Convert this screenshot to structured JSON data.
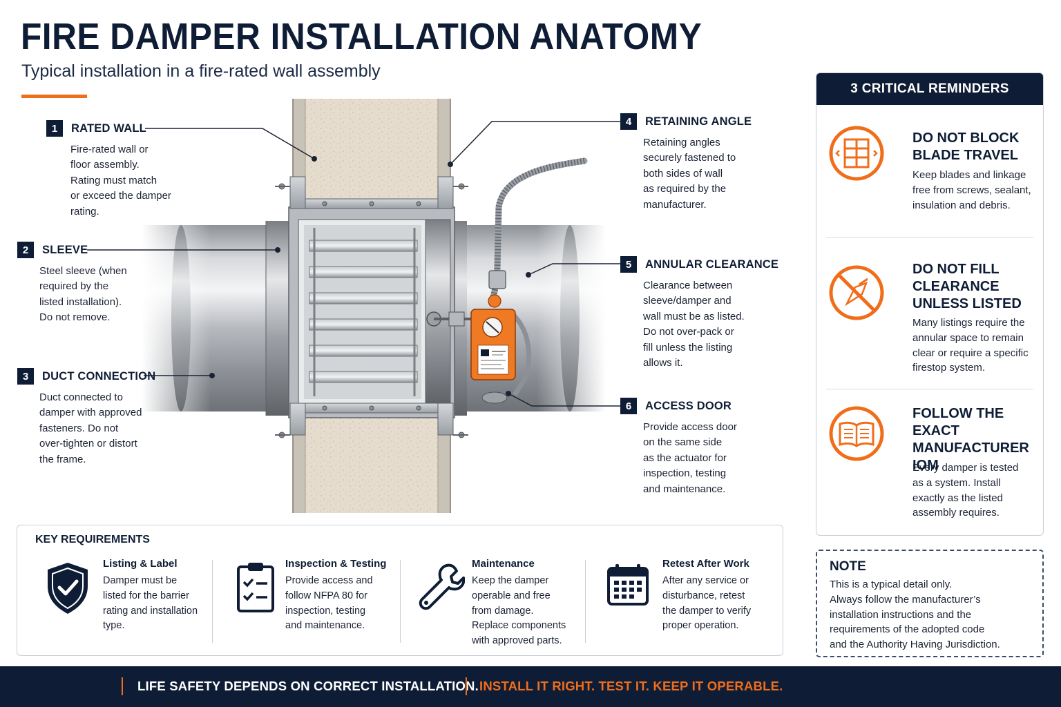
{
  "header": {
    "title": "FIRE DAMPER INSTALLATION ANATOMY",
    "subtitle": "Typical installation in a fire-rated wall assembly"
  },
  "callouts": [
    {
      "number": "1",
      "title": "RATED WALL",
      "lines": [
        "Fire-rated wall or",
        "floor assembly.",
        "Rating must match",
        "or exceed the damper",
        "rating."
      ]
    },
    {
      "number": "2",
      "title": "SLEEVE",
      "lines": [
        "Steel sleeve (when",
        "required by the",
        "listed installation).",
        "Do not remove."
      ]
    },
    {
      "number": "3",
      "title": "DUCT CONNECTION",
      "lines": [
        "Duct connected to",
        "damper with approved",
        "fasteners. Do not",
        "over-tighten or distort",
        "the frame."
      ]
    },
    {
      "number": "4",
      "title": "RETAINING ANGLE",
      "lines": [
        "Retaining angles",
        "securely fastened to",
        "both sides of wall",
        "as required by the",
        "manufacturer."
      ]
    },
    {
      "number": "5",
      "title": "ANNULAR CLEARANCE",
      "lines": [
        "Clearance between",
        "sleeve/damper and",
        "wall must be as listed.",
        "Do not over-pack or",
        "fill unless the listing",
        "allows it."
      ]
    },
    {
      "number": "6",
      "title": "ACCESS DOOR",
      "lines": [
        "Provide access door",
        "on the same side",
        "as the actuator for",
        "inspection, testing",
        "and maintenance."
      ]
    }
  ],
  "reminders": {
    "header": "3 CRITICAL REMINDERS",
    "items": [
      {
        "icon": "blade-travel-icon",
        "title_lines": [
          "DO NOT BLOCK",
          "BLADE TRAVEL"
        ],
        "lines": [
          "Keep blades and linkage",
          "free from screws, sealant,",
          "insulation and debris."
        ]
      },
      {
        "icon": "no-fill-icon",
        "title_lines": [
          "DO NOT FILL",
          "CLEARANCE",
          "UNLESS LISTED"
        ],
        "lines": [
          "Many listings require the",
          "annular space to remain",
          "clear or require a specific",
          "firestop system."
        ]
      },
      {
        "icon": "open-book-icon",
        "title_lines": [
          "FOLLOW THE EXACT",
          "MANUFACTURER",
          "IOM"
        ],
        "lines": [
          "Every damper is tested",
          "as a system. Install",
          "exactly as the listed",
          "assembly requires."
        ]
      }
    ]
  },
  "note": {
    "title": "NOTE",
    "lines": [
      "This is a typical detail only.",
      "Always follow the manufacturer’s",
      "installation instructions and the",
      "requirements of the adopted code",
      "and the Authority Having Jurisdiction."
    ]
  },
  "key_requirements": {
    "title": "KEY REQUIREMENTS",
    "items": [
      {
        "icon": "shield-check-icon",
        "title": "Listing & Label",
        "lines": [
          "Damper must be",
          "listed for the barrier",
          "rating and installation",
          "type."
        ]
      },
      {
        "icon": "checklist-icon",
        "title": "Inspection & Testing",
        "lines": [
          "Provide access and",
          "follow NFPA 80 for",
          "inspection, testing",
          "and maintenance."
        ]
      },
      {
        "icon": "wrench-icon",
        "title": "Maintenance",
        "lines": [
          "Keep the damper",
          "operable and free",
          "from damage.",
          "Replace components",
          "with approved parts."
        ]
      },
      {
        "icon": "calendar-icon",
        "title": "Retest After Work",
        "lines": [
          "After any service or",
          "disturbance, retest",
          "the damper to verify",
          "proper operation."
        ]
      }
    ]
  },
  "footer": {
    "left": "LIFE SAFETY DEPENDS ON CORRECT INSTALLATION.",
    "right": "INSTALL IT RIGHT. TEST IT. KEEP IT OPERABLE."
  },
  "colors": {
    "navy": "#0e1d35",
    "orange": "#f06d1a",
    "wall": "#e8ddd0",
    "steel": "#a9adb2"
  }
}
